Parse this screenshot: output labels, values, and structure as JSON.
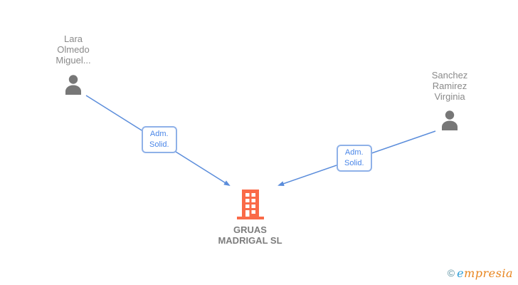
{
  "diagram": {
    "background": "#ffffff",
    "edge_color": "#5b8ddb",
    "person_icon_color": "#777777",
    "company_icon_color": "#fa6a48",
    "nodes": {
      "person1": {
        "name_lines": [
          "Lara",
          "Olmedo",
          "Miguel..."
        ],
        "icon": "person-icon"
      },
      "person2": {
        "name_lines": [
          "Sanchez",
          "Ramirez",
          "Virginia"
        ],
        "icon": "person-icon"
      },
      "company": {
        "name_lines": [
          "GRUAS",
          "MADRIGAL SL"
        ],
        "icon": "building-icon"
      }
    },
    "edges": [
      {
        "from": "person1",
        "to": "company",
        "label_lines": [
          "Adm.",
          "Solid."
        ]
      },
      {
        "from": "person2",
        "to": "company",
        "label_lines": [
          "Adm.",
          "Solid."
        ]
      }
    ]
  },
  "footer": {
    "copyright_symbol": "©",
    "brand_first_letter": "e",
    "brand_rest": "mpresia"
  }
}
